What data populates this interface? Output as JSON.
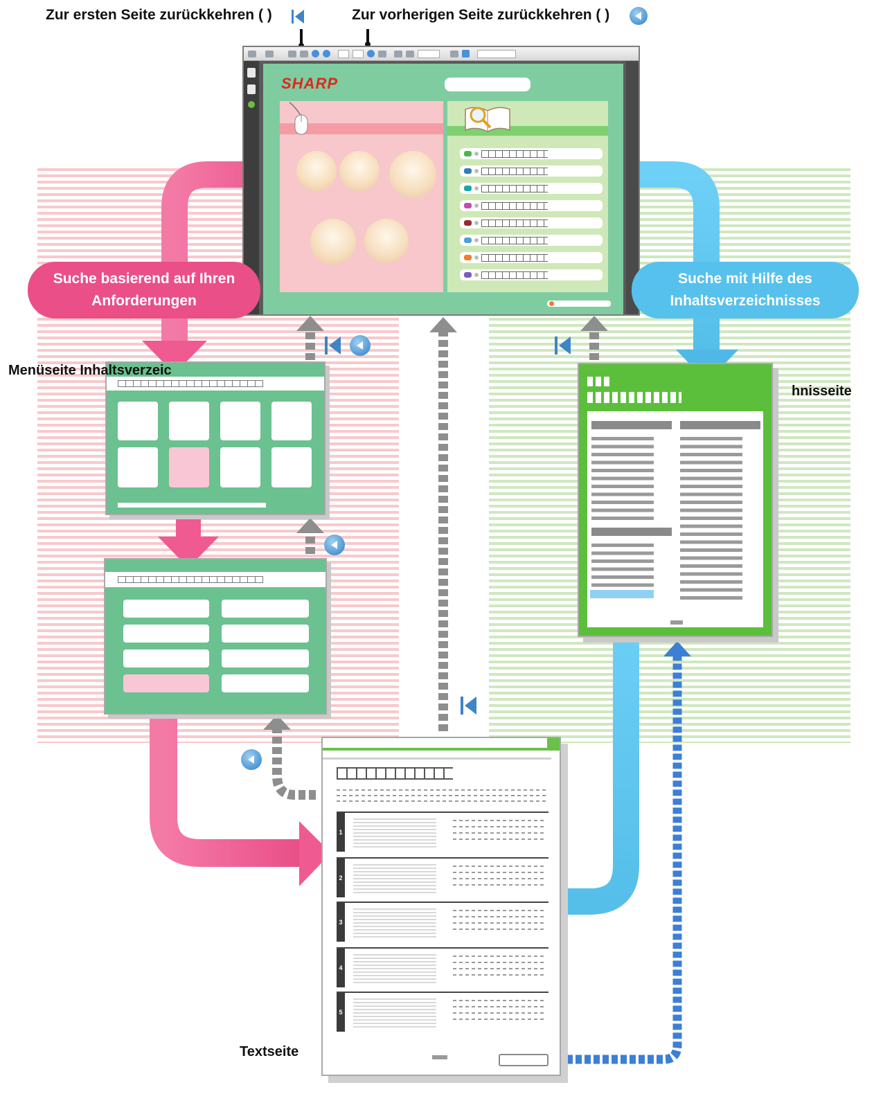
{
  "labels": {
    "first_page": "Zur ersten Seite zurückkehren ( )",
    "prev_page": "Zur vorherigen Seite zurückkehren ( )",
    "search_requirements": "Suche basierend auf Ihren Anforderungen",
    "search_toc": "Suche mit Hilfe des Inhaltsverzeichnisses",
    "menu_page": "Menüseite Inhaltsverzeic",
    "toc_page_fragment": "hnisseite",
    "text_page": "Textseite"
  },
  "window": {
    "logo": "SHARP"
  },
  "text_page_chapters": [
    "1",
    "2",
    "3",
    "4",
    "5"
  ],
  "colors": {
    "pink_arrow": "#ef5a90",
    "blue_arrow": "#5cc3ee",
    "gray_arrow": "#8e8e8e",
    "nav_blue": "#3d85c6",
    "sharp_red": "#e0261d"
  },
  "icons": [
    "first-page-icon",
    "previous-page-icon",
    "mouse-icon",
    "book-magnifier-icon"
  ]
}
